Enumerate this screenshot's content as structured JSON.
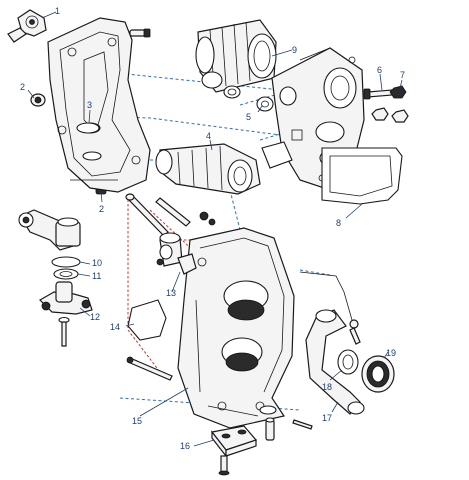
{
  "callouts": {
    "c1": "1",
    "c2a": "2",
    "c2b": "2",
    "c3": "3",
    "c4": "4",
    "c5": "5",
    "c6": "6",
    "c7": "7",
    "c8": "8",
    "c9": "9",
    "c10": "10",
    "c11": "11",
    "c12": "12",
    "c13": "13",
    "c14": "14",
    "c15": "15",
    "c16": "16",
    "c17": "17",
    "c18": "18",
    "c19": "19"
  },
  "colors": {
    "callout_text": "#1d3f6e",
    "assembly_line_blue": "#2e6fb5",
    "assembly_line_red": "#c0392b",
    "outline": "#1a1a1a"
  }
}
